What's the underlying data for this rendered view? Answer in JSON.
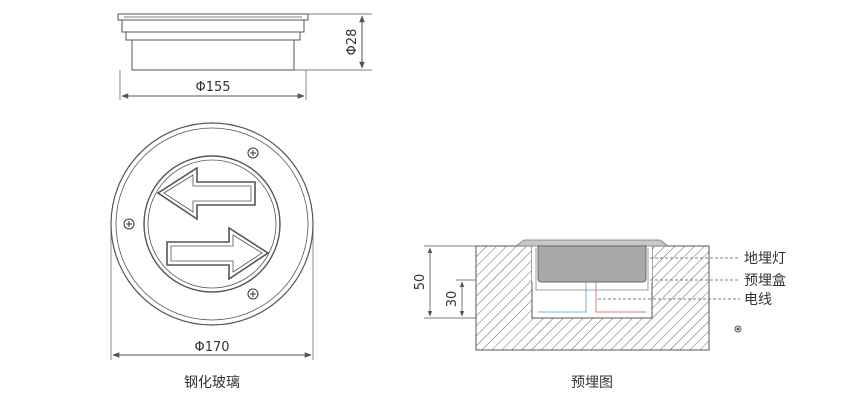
{
  "side_view": {
    "diameter_label": "Φ155",
    "height_label": "Φ28"
  },
  "front_view": {
    "diameter_label": "Φ170",
    "caption": "钢化玻璃"
  },
  "embed_view": {
    "caption": "预埋图",
    "depth_label": "50",
    "box_depth_label": "30",
    "legend": [
      {
        "label": "地埋灯"
      },
      {
        "label": "预埋盒"
      },
      {
        "label": "电线"
      }
    ]
  },
  "colors": {
    "line": "#555555",
    "wire_blue": "#6ab4e0",
    "wire_red": "#e07a7a",
    "lamp_fill": "#a8a8a8"
  }
}
